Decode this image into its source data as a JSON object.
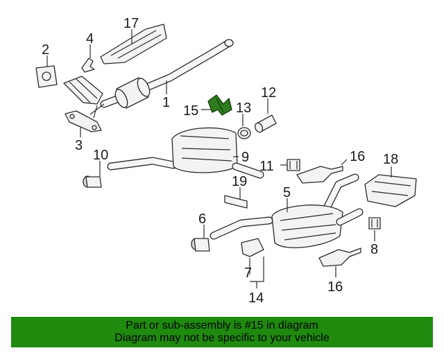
{
  "callouts": {
    "c1": "1",
    "c2": "2",
    "c3": "3",
    "c4": "4",
    "c5": "5",
    "c6": "6",
    "c7": "7",
    "c8": "8",
    "c9": "9",
    "c10": "10",
    "c11": "11",
    "c12": "12",
    "c13": "13",
    "c14": "14",
    "c15": "15",
    "c16a": "16",
    "c16b": "16",
    "c17": "17",
    "c18": "18",
    "c19": "19"
  },
  "banner": {
    "line1": "Part or sub-assembly is #15 in diagram",
    "line2": "Diagram may not be specific to your vehicle"
  },
  "colors": {
    "banner": "#1f8a0e",
    "highlight": "#2f7d1e"
  }
}
